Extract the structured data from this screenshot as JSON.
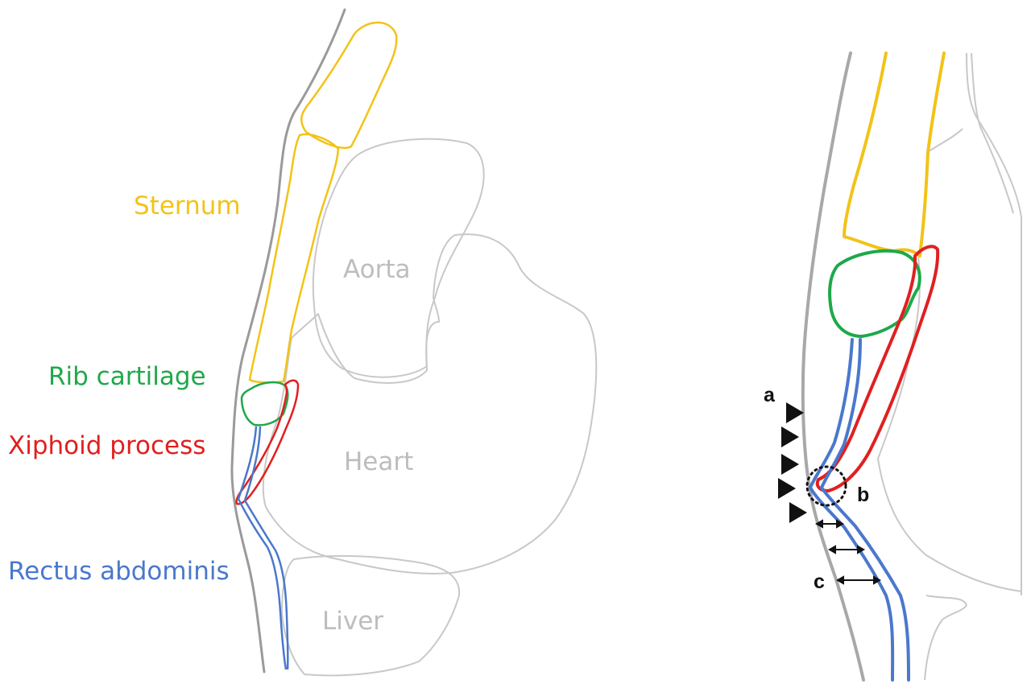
{
  "colors": {
    "sternum": "#f2c318",
    "rib_cartilage": "#1fa84a",
    "xiphoid": "#e02020",
    "rectus": "#4a78cc",
    "organ_outline": "#c8c8c8",
    "organ_label": "#bdbdbd",
    "skin": "#9a9a9a",
    "annotation": "#111111"
  },
  "left_panel": {
    "labels": {
      "sternum": "Sternum",
      "rib_cartilage": "Rib cartilage",
      "xiphoid": "Xiphoid process",
      "rectus": "Rectus abdominis"
    },
    "organs": {
      "aorta": "Aorta",
      "heart": "Heart",
      "liver": "Liver"
    }
  },
  "right_panel": {
    "markers": {
      "a": "a",
      "b": "b",
      "c": "c"
    }
  }
}
